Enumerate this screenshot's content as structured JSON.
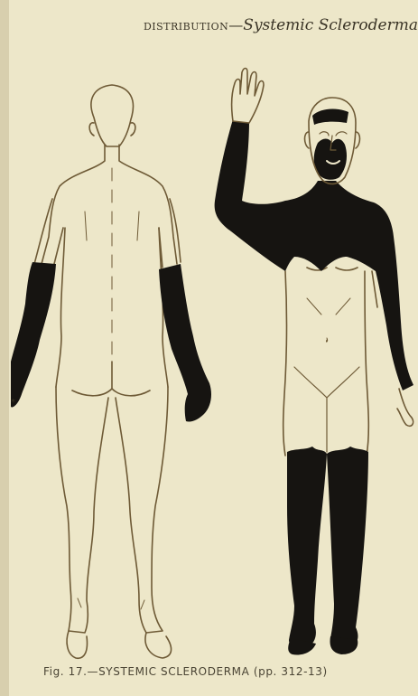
{
  "header": {
    "lead": "DISTRIBUTION",
    "dash": "—",
    "subject": "Systemic Scleroderma"
  },
  "caption": "Fig. 17.—SYSTEMIC SCLERODERMA (pp. 312-13)",
  "colors": {
    "paper": "#ede7c9",
    "outline": "#6e5a36",
    "shading": "#161411"
  }
}
